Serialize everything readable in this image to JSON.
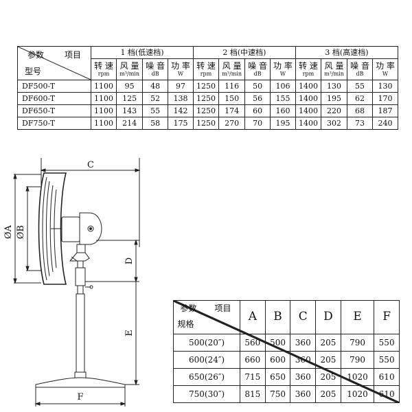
{
  "performance_table": {
    "corner": {
      "param": "参数",
      "item": "项目",
      "model": "型号"
    },
    "gears": [
      "1 档(低速档)",
      "2 档(中速档)",
      "3 档(高速档)"
    ],
    "subheaders": [
      {
        "name": "转 速",
        "unit": "rpm"
      },
      {
        "name": "风 量",
        "unit": "m³/min"
      },
      {
        "name": "噪 音",
        "unit": "dB"
      },
      {
        "name": "功 率",
        "unit": "W"
      }
    ],
    "rows": [
      {
        "model": "DF500-T",
        "values": [
          "1100",
          "95",
          "48",
          "97",
          "1250",
          "116",
          "50",
          "106",
          "1400",
          "130",
          "55",
          "130"
        ]
      },
      {
        "model": "DF600-T",
        "values": [
          "1100",
          "125",
          "52",
          "138",
          "1250",
          "150",
          "56",
          "155",
          "1400",
          "195",
          "62",
          "170"
        ]
      },
      {
        "model": "DF650-T",
        "values": [
          "1100",
          "143",
          "55",
          "142",
          "1250",
          "174",
          "60",
          "160",
          "1400",
          "220",
          "68",
          "187"
        ]
      },
      {
        "model": "DF750-T",
        "values": [
          "1100",
          "214",
          "58",
          "175",
          "1250",
          "270",
          "70",
          "195",
          "1400",
          "302",
          "73",
          "240"
        ]
      }
    ]
  },
  "drawing": {
    "labels": {
      "a": "ØA",
      "b": "ØB",
      "c": "C",
      "d": "D",
      "e": "E",
      "f": "F"
    }
  },
  "dimension_table": {
    "corner": {
      "param": "参数",
      "item": "项目",
      "spec": "规格"
    },
    "columns": [
      "A",
      "B",
      "C",
      "D",
      "E",
      "F"
    ],
    "rows": [
      {
        "spec": "500(20″)",
        "values": [
          "560",
          "500",
          "360",
          "205",
          "790",
          "550"
        ]
      },
      {
        "spec": "600(24″)",
        "values": [
          "660",
          "600",
          "360",
          "205",
          "790",
          "550"
        ]
      },
      {
        "spec": "650(26″)",
        "values": [
          "715",
          "650",
          "360",
          "205",
          "1020",
          "610"
        ]
      },
      {
        "spec": "750(30″)",
        "values": [
          "815",
          "750",
          "360",
          "205",
          "1020",
          "610"
        ]
      }
    ]
  }
}
